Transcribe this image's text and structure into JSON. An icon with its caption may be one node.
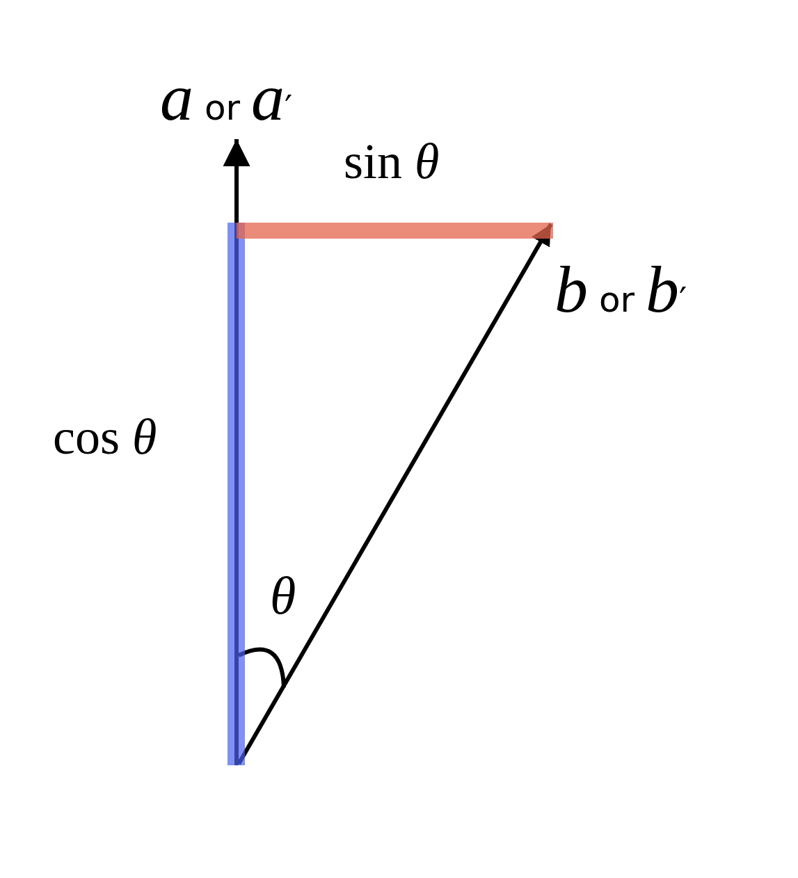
{
  "diagram": {
    "labels": [
      "*a* or *a*′",
      "sin *θ*",
      "*b* or *b*′",
      "cos *θ*",
      "θ"
    ]
  }
}
